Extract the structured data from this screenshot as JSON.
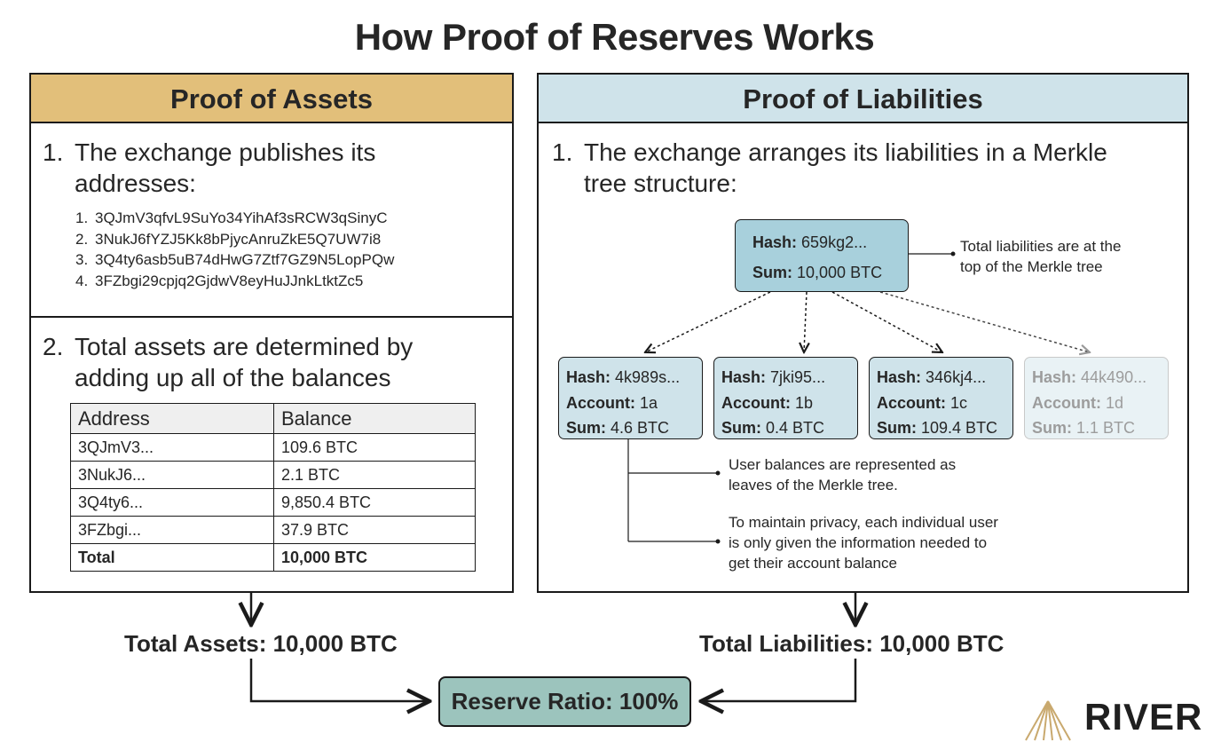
{
  "title": "How Proof of Reserves Works",
  "assets_panel": {
    "header": "Proof of Assets",
    "step1": {
      "number": "1.",
      "line1": "The exchange publishes its",
      "line2": "addresses:"
    },
    "addresses": [
      {
        "num": "1.",
        "value": "3QJmV3qfvL9SuYo34YihAf3sRCW3qSinyC"
      },
      {
        "num": "2.",
        "value": "3NukJ6fYZJ5Kk8bPjycAnruZkE5Q7UW7i8"
      },
      {
        "num": "3.",
        "value": "3Q4ty6asb5uB74dHwG7Ztf7GZ9N5LopPQw"
      },
      {
        "num": "4.",
        "value": "3FZbgi29cpjq2GjdwV8eyHuJJnkLtktZc5"
      }
    ],
    "step2": {
      "number": "2.",
      "line1": "Total assets are determined by",
      "line2": "adding up all of the balances"
    },
    "table": {
      "headers": [
        "Address",
        "Balance"
      ],
      "rows": [
        [
          "3QJmV3...",
          "109.6 BTC"
        ],
        [
          "3NukJ6...",
          "2.1 BTC"
        ],
        [
          "3Q4ty6...",
          "9,850.4 BTC"
        ],
        [
          "3FZbgi...",
          "37.9 BTC"
        ]
      ],
      "total": [
        "Total",
        "10,000 BTC"
      ]
    }
  },
  "liabilities_panel": {
    "header": "Proof of Liabilities",
    "step1": {
      "number": "1.",
      "line1": "The exchange arranges its liabilities in a Merkle",
      "line2": "tree structure:"
    },
    "root": {
      "hash_label": "Hash:",
      "hash": "659kg2...",
      "sum_label": "Sum:",
      "sum": "10,000 BTC"
    },
    "root_note": {
      "line1": "Total liabilities are at the",
      "line2": "top of the Merkle tree"
    },
    "leaves": [
      {
        "hash": "4k989s...",
        "account": "1a",
        "sum": "4.6 BTC"
      },
      {
        "hash": "7jki95...",
        "account": "1b",
        "sum": "0.4 BTC"
      },
      {
        "hash": "346kj4...",
        "account": "1c",
        "sum": "109.4 BTC"
      },
      {
        "hash": "44k490...",
        "account": "1d",
        "sum": "1.1 BTC"
      }
    ],
    "labels": {
      "hash": "Hash:",
      "account": "Account:",
      "sum": "Sum:"
    },
    "leaf_note": {
      "line1": "User balances are represented as",
      "line2": "leaves of the Merkle tree."
    },
    "privacy_note": {
      "line1": "To maintain privacy, each individual user",
      "line2": "is only given the information needed to",
      "line3": "get their account balance"
    }
  },
  "totals": {
    "assets": "Total Assets: 10,000 BTC",
    "liabilities": "Total Liabilities: 10,000 BTC",
    "ratio": "Reserve Ratio: 100%"
  },
  "logo": {
    "text": "RIVER",
    "color": "#c9a96e"
  }
}
